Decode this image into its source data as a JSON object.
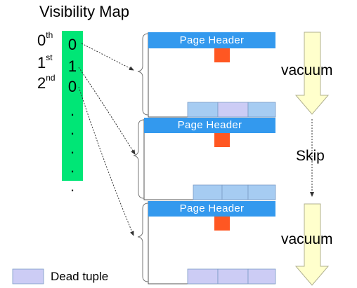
{
  "title": "Visibility Map",
  "ordinals": [
    {
      "base": "0",
      "suffix": "th"
    },
    {
      "base": "1",
      "suffix": "st"
    },
    {
      "base": "2",
      "suffix": "nd"
    }
  ],
  "visibility_bits": [
    "0",
    "1",
    "0"
  ],
  "ellipsis_dots": ".\n.\n.\n.\n.",
  "pages": [
    {
      "header_label": "Page Header"
    },
    {
      "header_label": "Page Header"
    },
    {
      "header_label": "Page Header"
    }
  ],
  "actions": {
    "vacuum_top": "vacuum",
    "skip": "Skip",
    "vacuum_bottom": "vacuum"
  },
  "legend": {
    "label": "Dead tuple"
  },
  "colors": {
    "visibility_map": "#00E676",
    "page_header": "#3399EE",
    "dead_tuple": "#CCCCF5",
    "live_tuple": "#A6CCF2",
    "header_marker": "#FF5722",
    "arrow_fill": "#FFFFCC",
    "arrow_stroke": "#B0B090"
  }
}
